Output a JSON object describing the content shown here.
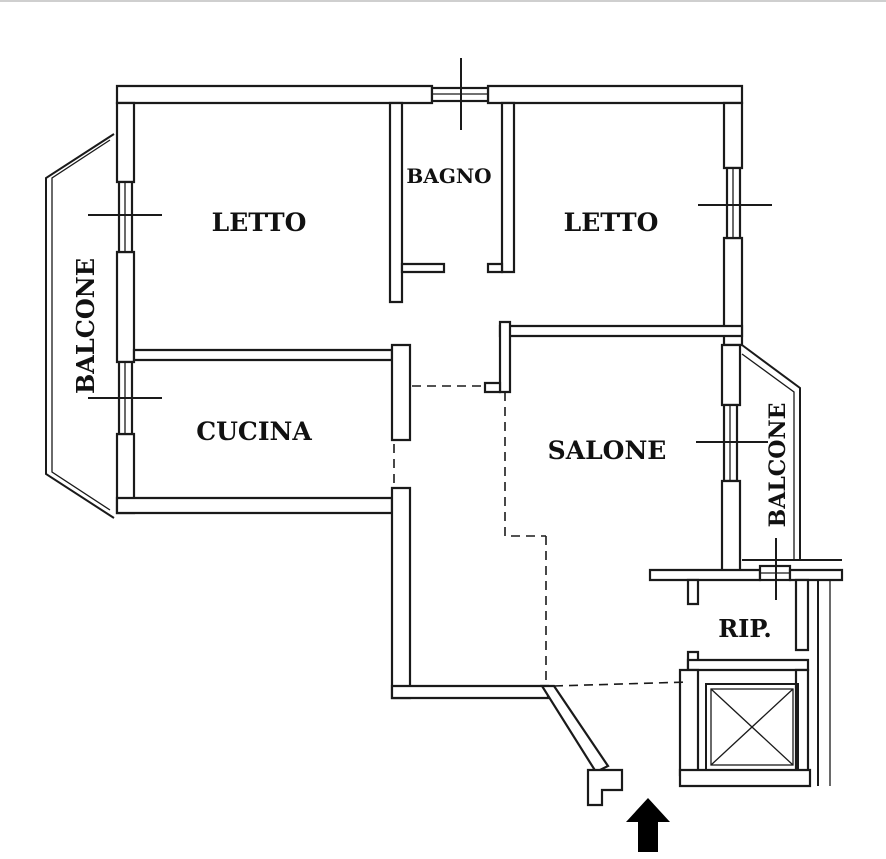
{
  "rooms": {
    "letto_left": "LETTO",
    "bagno": "BAGNO",
    "letto_right": "LETTO",
    "balcone_left": "BALCONE",
    "cucina": "CUCINA",
    "salone": "SALONE",
    "balcone_right": "BALCONE",
    "rip": "RIP."
  },
  "colors": {
    "line": "#1a1a1a",
    "background": "#ffffff",
    "entrance_arrow": "#000000"
  },
  "icons": {
    "entrance": "arrow-up-icon",
    "stair_shaft": "cross-box-icon"
  }
}
